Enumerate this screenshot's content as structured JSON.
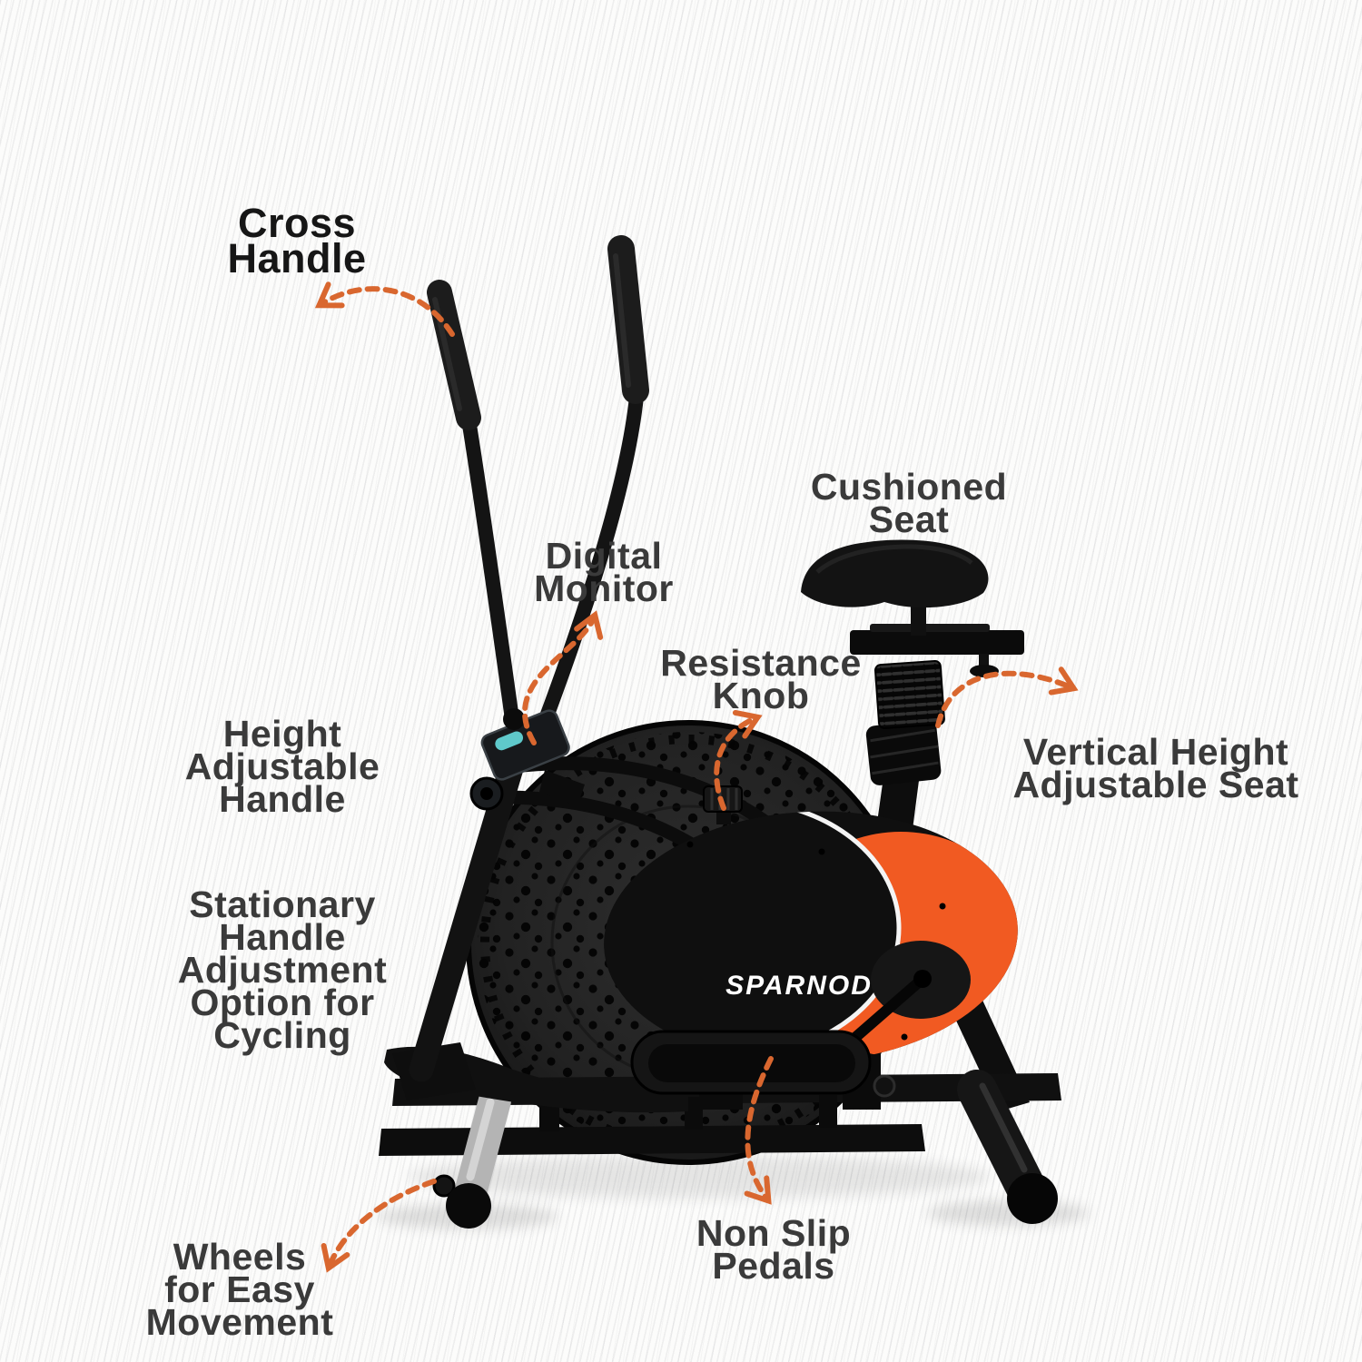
{
  "infographic": {
    "subject": "elliptical cross trainer with cycling seat",
    "brand": {
      "logo_text": "SPARNOD"
    },
    "colors": {
      "label_text": "#3a3a3a",
      "cross_handle_label_text": "#161616",
      "arrow_orange": "#d9672f",
      "machine_black": "#111111",
      "cover_orange": "#f15a22",
      "cover_stripe_white": "#ffffff",
      "monitor_screen_teal": "#5fc9cb"
    },
    "labels": [
      {
        "id": "cross-handle",
        "lines": [
          "Cross",
          "Handle"
        ]
      },
      {
        "id": "digital-monitor",
        "lines": [
          "Digital",
          "Monitor"
        ]
      },
      {
        "id": "cushioned-seat",
        "lines": [
          "Cushioned",
          "Seat"
        ]
      },
      {
        "id": "resistance-knob",
        "lines": [
          "Resistance",
          "Knob"
        ]
      },
      {
        "id": "vertical-height-adjustable-seat",
        "lines": [
          "Vertical Height",
          "Adjustable Seat"
        ]
      },
      {
        "id": "height-adjustable-handle",
        "lines": [
          "Height",
          "Adjustable",
          "Handle"
        ]
      },
      {
        "id": "stationary-handle-adjustment",
        "lines": [
          "Stationary",
          "Handle",
          "Adjustment",
          "Option for",
          "Cycling"
        ]
      },
      {
        "id": "wheels-easy-movement",
        "lines": [
          "Wheels",
          "for Easy",
          "Movement"
        ]
      },
      {
        "id": "non-slip-pedals",
        "lines": [
          "Non Slip",
          "Pedals"
        ]
      }
    ]
  }
}
